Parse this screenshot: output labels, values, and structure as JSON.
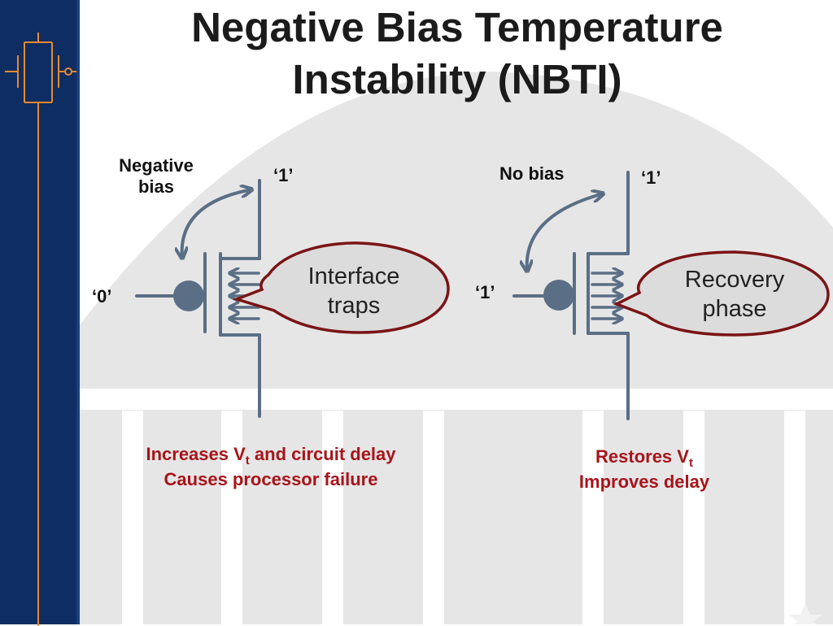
{
  "slide": {
    "title_line1": "Negative Bias Temperature",
    "title_line2": "Instability (NBTI)"
  },
  "left_panel": {
    "top_label_line1": "Negative",
    "top_label_line2": "bias",
    "drain_value": "‘1’",
    "gate_value": "‘0’",
    "bubble_line1": "Interface",
    "bubble_line2": "traps",
    "caption_line1_prefix": "Increases V",
    "caption_line1_sub": "t",
    "caption_line1_suffix": " and circuit delay",
    "caption_line2": "Causes processor failure"
  },
  "right_panel": {
    "top_label": "No bias",
    "drain_value": "‘1’",
    "gate_value": "‘1’",
    "bubble_line1": "Recovery",
    "bubble_line2": "phase",
    "caption_line1_prefix": "Restores V",
    "caption_line1_sub": "t",
    "caption_line2": "Improves delay"
  },
  "colors": {
    "sidebar": "#0e2d63",
    "logo_accent": "#e8892f",
    "transistor": "#5a6f85",
    "bubble_fill": "#dcdcdc",
    "bubble_border": "#7a1416",
    "caption_text": "#a8141a",
    "background_motif": "#e6e6e6"
  }
}
